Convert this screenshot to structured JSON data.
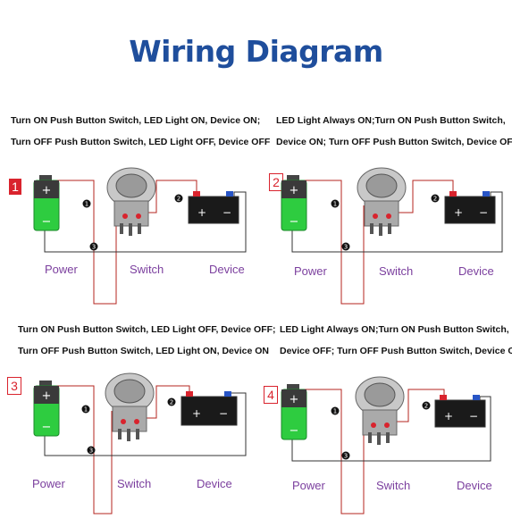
{
  "title": "Wiring Diagram",
  "labels": {
    "power": "Power",
    "switch": "Switch",
    "device": "Device"
  },
  "wire_numbers": [
    "1",
    "2",
    "3"
  ],
  "battery_symbols": {
    "plus": "+",
    "minus": "−"
  },
  "device_symbols": {
    "plus": "+",
    "minus": "−"
  },
  "panels": [
    {
      "number": "1",
      "line1": "Turn ON Push Button Switch, LED Light ON, Device ON;",
      "line2": "Turn OFF Push Button Switch, LED Light OFF, Device OFF"
    },
    {
      "number": "2",
      "line1": "LED Light Always ON;Turn ON Push Button Switch,",
      "line2": "Device ON; Turn OFF Push Button Switch,  Device OFF"
    },
    {
      "number": "3",
      "line1": "Turn ON Push Button Switch, LED Light OFF, Device OFF;",
      "line2": "Turn OFF Push Button Switch, LED Light ON, Device ON"
    },
    {
      "number": "4",
      "line1": "LED Light Always ON;Turn ON Push Button Switch,",
      "line2": "Device OFF; Turn OFF Push Button Switch,  Device ON"
    }
  ],
  "colors": {
    "title": "#1f4e9c",
    "label": "#7b3f9e",
    "number_badge": "#d9232d",
    "wire": "#b5241f",
    "battery_green": "#2ecc40"
  }
}
